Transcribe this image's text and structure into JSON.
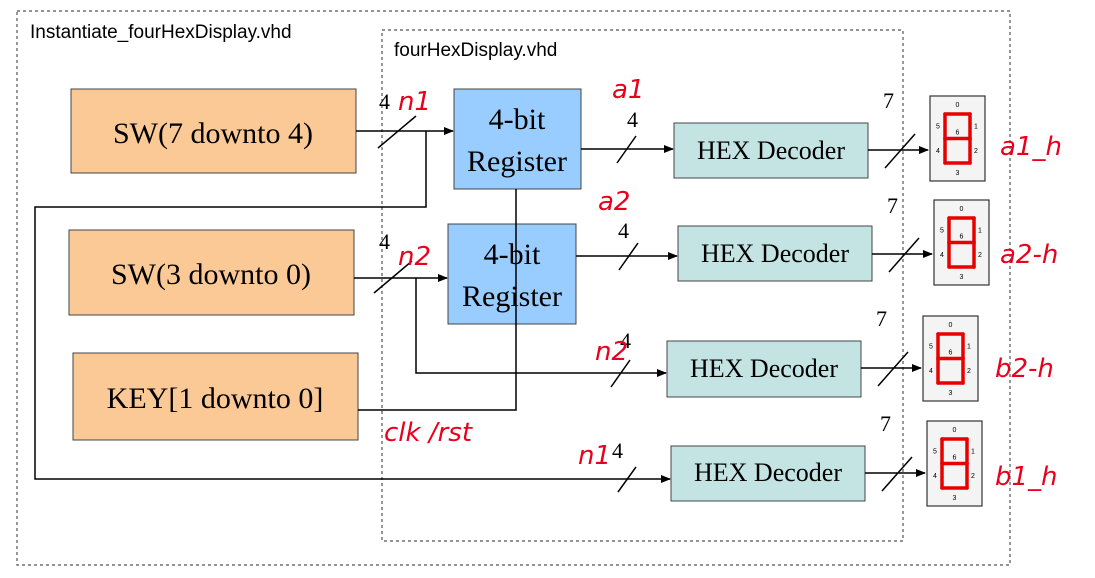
{
  "frames": {
    "outer_title": "Instantiate_fourHexDisplay.vhd",
    "inner_title": "fourHexDisplay.vhd"
  },
  "inputs": [
    {
      "label": "SW(7 downto 4)"
    },
    {
      "label": "SW(3 downto 0)"
    },
    {
      "label": "KEY[1 downto 0]"
    }
  ],
  "registers": [
    {
      "line1": "4-bit",
      "line2": "Register"
    },
    {
      "line1": "4-bit",
      "line2": "Register"
    }
  ],
  "decoders": [
    {
      "label": "HEX Decoder"
    },
    {
      "label": "HEX Decoder"
    },
    {
      "label": "HEX Decoder"
    },
    {
      "label": "HEX Decoder"
    }
  ],
  "bus_widths": {
    "sw_hi": "4",
    "sw_lo": "4",
    "dec_in": [
      "4",
      "4",
      "4",
      "4"
    ],
    "dec_out": [
      "7",
      "7",
      "7",
      "7"
    ]
  },
  "segments": {
    "labels": [
      "0",
      "1",
      "2",
      "3",
      "4",
      "5",
      "6"
    ],
    "color": "#e60000"
  },
  "annotations": {
    "n1": "n1",
    "n2": "n2",
    "a1": "a1",
    "a2": "a2",
    "n2_b": "n2",
    "n1_b": "n1",
    "clk_rst": "clk /rst",
    "out": [
      "a1_h",
      "a2-h",
      "b2-h",
      "b1_h"
    ]
  },
  "colors": {
    "input_fill": "#fbc995",
    "register_fill": "#99ccff",
    "decoder_fill": "#c4e4e4",
    "annotation": "#e8001c"
  }
}
